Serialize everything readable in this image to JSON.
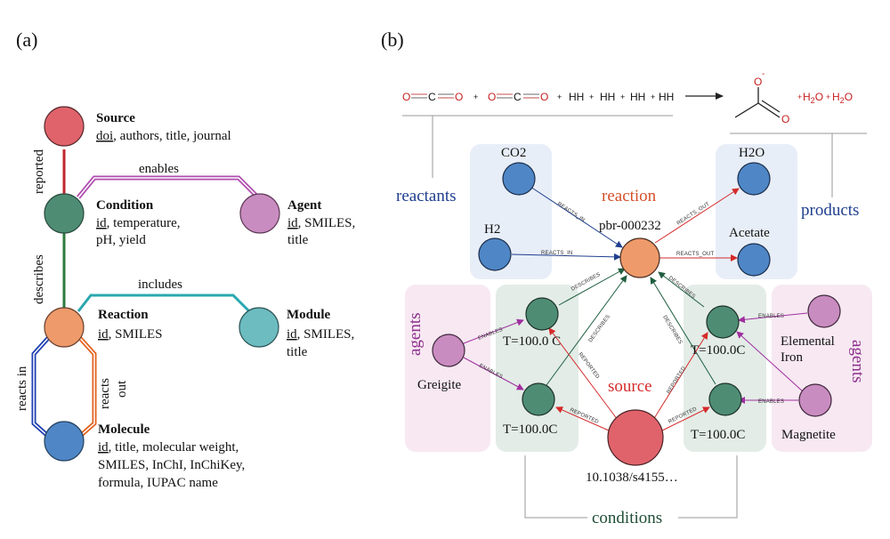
{
  "panel_a": {
    "label": "(a)",
    "nodes": {
      "source": {
        "title": "Source",
        "key": "doi",
        "props": ", authors, title, journal"
      },
      "condition": {
        "title": "Condition",
        "key": "id",
        "props1": ", temperature,",
        "props2": "pH, yield"
      },
      "agent": {
        "title": "Agent",
        "key": "id",
        "props1": ", SMILES,",
        "props2": "title"
      },
      "reaction": {
        "title": "Reaction",
        "key": "id",
        "props": ", SMILES"
      },
      "module": {
        "title": "Module",
        "key": "id",
        "props1": ", SMILES,",
        "props2": "title"
      },
      "molecule": {
        "title": "Molecule",
        "key": "id",
        "props1": ", title, molecular weight,",
        "props2": "SMILES, InChI, InChiKey,",
        "props3": "formula, IUPAC name"
      }
    },
    "edges": {
      "reported": "reported",
      "enables": "enables",
      "describes": "describes",
      "includes": "includes",
      "reacts_in": "reacts in",
      "reacts_out_1": "reacts",
      "reacts_out_2": "out"
    },
    "colors": {
      "source": "#e0636b",
      "condition": "#4e8d74",
      "agent": "#c98cc0",
      "reaction": "#ee9a6a",
      "module": "#6cbcc0",
      "molecule": "#4f86c6"
    }
  },
  "panel_b": {
    "label": "(b)",
    "equation": {
      "o": "O",
      "c": "C",
      "plus": "+",
      "hh": "HH",
      "o_minus": "O",
      "minus_sign": "-",
      "water_h": "H",
      "water_2": "2",
      "water_o": "O"
    },
    "group_labels": {
      "reactants": "reactants",
      "reaction": "reaction",
      "products": "products",
      "agents_left": "agents",
      "agents_right": "agents",
      "source": "source",
      "conditions": "conditions"
    },
    "nodes": {
      "co2": "CO2",
      "h2": "H2",
      "reaction": "pbr-000232",
      "h2o": "H2O",
      "acetate": "Acetate",
      "greigite": "Greigite",
      "cond_tl": "T=100.0 C",
      "cond_bl": "T=100.0C",
      "cond_tr": "T=100.0C",
      "cond_br": "T=100.0C",
      "iron_1": "Elemental",
      "iron_2": "Iron",
      "magnetite": "Magnetite",
      "source": "10.1038/s4155…"
    },
    "relations": {
      "reacts_in": "REACTS_IN",
      "reacts_out": "REACTS_OUT",
      "describes": "DESCRIBES",
      "reported": "REPORTED",
      "enables": "ENABLES"
    },
    "colors": {
      "blue_node": "#4f86c6",
      "green_node": "#4e8d74",
      "orange_node": "#ee9a6a",
      "red_node": "#e0636b",
      "purple_node": "#c98cc0",
      "reactants_box": "#e8eef8",
      "conditions_box": "#e3ece7",
      "agents_box": "#f7e8f2"
    }
  }
}
